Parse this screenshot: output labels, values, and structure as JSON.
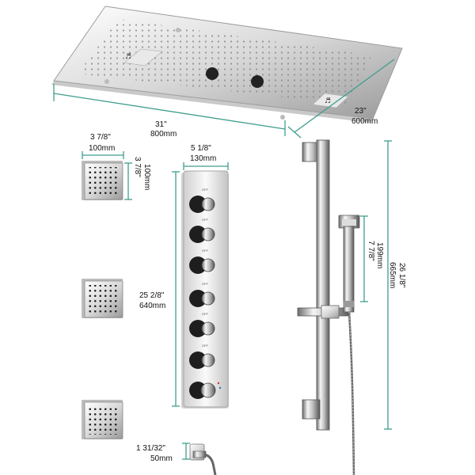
{
  "dimensions": {
    "rain_width_in": "31\"",
    "rain_width_mm": "800mm",
    "rain_depth_in": "23\"",
    "rain_depth_mm": "600mm",
    "jet_width_in": "3 7/8\"",
    "jet_width_mm": "100mm",
    "jet_height_in": "3 7/8\"",
    "jet_height_mm": "100mm",
    "panel_width_in": "5 1/8\"",
    "panel_width_mm": "130mm",
    "panel_height_in": "25 2/8\"",
    "panel_height_mm": "640mm",
    "handshower_in": "7 7/8\"",
    "handshower_mm": "199mm",
    "slidebar_in": "26 1/8\"",
    "slidebar_mm": "665mm",
    "elbow_in": "1 31/32\"",
    "elbow_mm": "50mm"
  },
  "valve_labels": [
    "OFF",
    "OFF",
    "OFF",
    "OFF",
    "OFF",
    "OFF"
  ],
  "colors": {
    "dimension_line": "#3f9e8f",
    "chrome_light": "#f4f4f4",
    "chrome_dark": "#333333"
  }
}
